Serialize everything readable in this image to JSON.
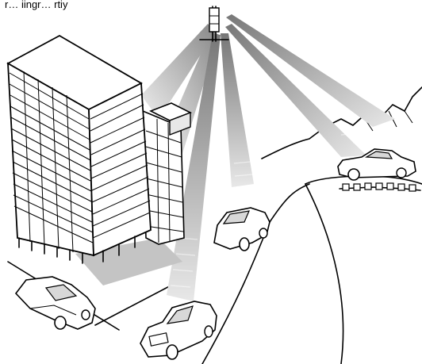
{
  "caption": "r… iingr… rtiy",
  "colors": {
    "background": "#ffffff",
    "line": "#000000",
    "beam": "#9a9a9a",
    "shadow": "#c4c4c4",
    "facade": "#ffffff"
  },
  "icons": [
    "antenna-tower-icon",
    "office-building-icon",
    "car-icon",
    "mountain-icon"
  ],
  "scene": {
    "beam_count": 6,
    "car_count": 4,
    "building_count": 2
  }
}
